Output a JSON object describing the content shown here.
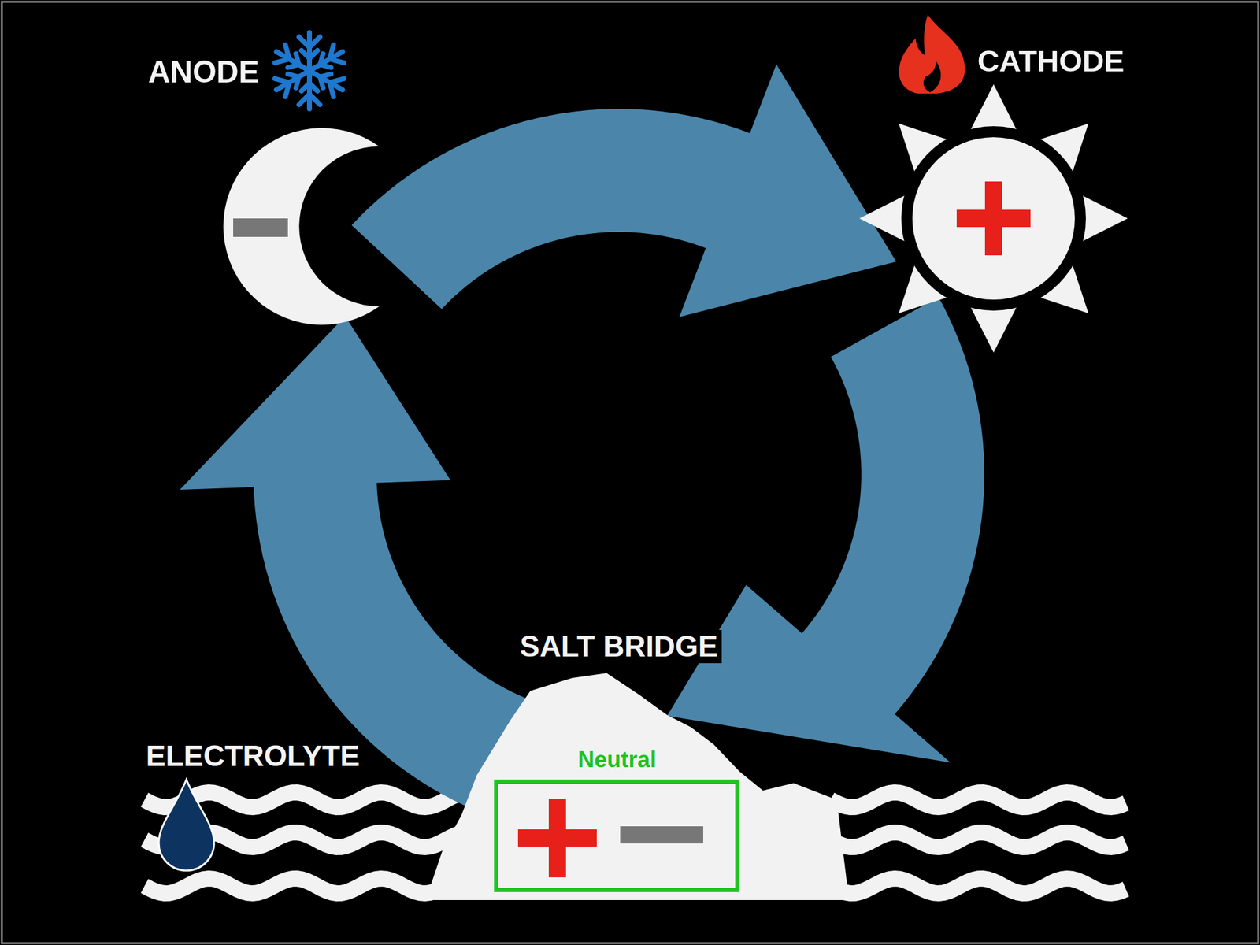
{
  "diagram": {
    "nodes": [
      {
        "text": [
          "ANODE"
        ]
      },
      {
        "text": [
          "CATHODE"
        ]
      },
      {
        "text": [
          "SALT BRIDGE"
        ]
      },
      {
        "text": [
          "Neutral"
        ],
        "in": 2
      }
    ],
    "edges": [
      {
        "from": 0,
        "to": 1,
        "arrow": "to"
      },
      {
        "from": 1,
        "to": 2,
        "arrow": "to"
      },
      {
        "from": 2,
        "to": 0,
        "arrow": "to"
      }
    ],
    "labels": [
      "ELECTROLYTE"
    ]
  }
}
